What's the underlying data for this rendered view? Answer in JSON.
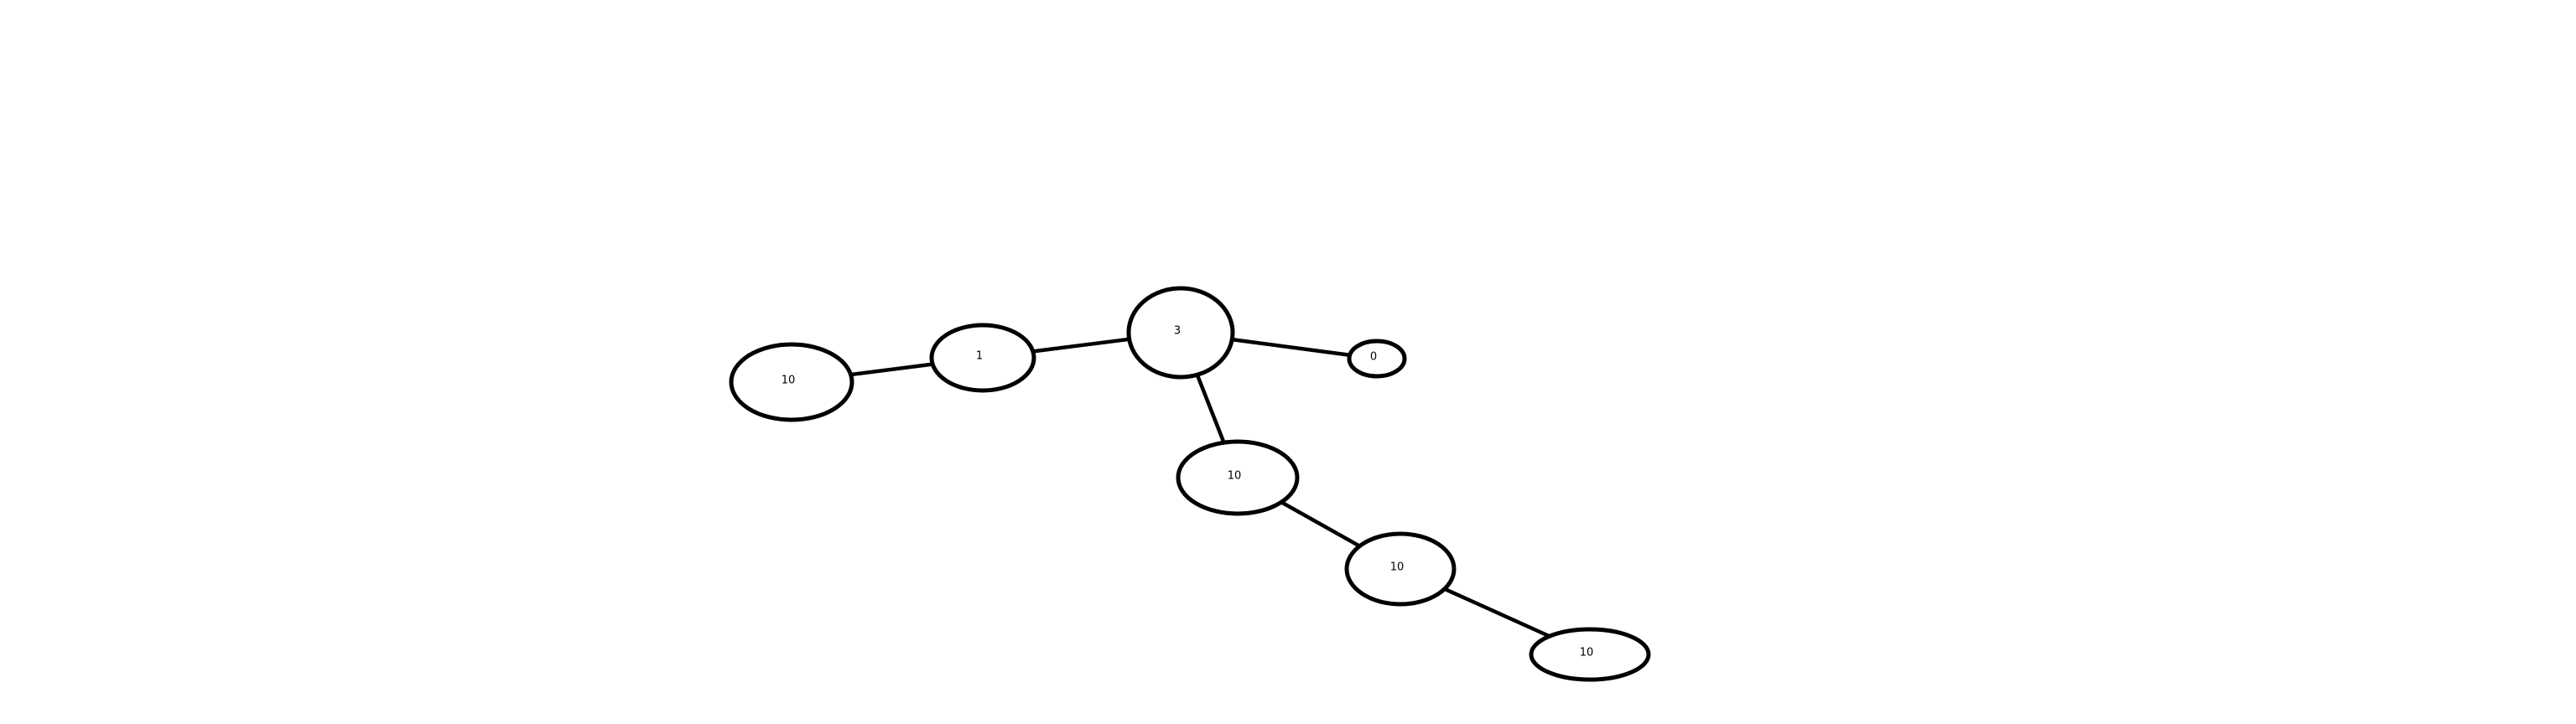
{
  "diagram": {
    "type": "tree",
    "nodes": [
      {
        "id": "n_left",
        "label": "10"
      },
      {
        "id": "n_one",
        "label": "1"
      },
      {
        "id": "n_root",
        "label": "3"
      },
      {
        "id": "n_zero",
        "label": "0"
      },
      {
        "id": "n_mid",
        "label": "10"
      },
      {
        "id": "n_lower",
        "label": "10"
      },
      {
        "id": "n_bottom",
        "label": "10"
      }
    ],
    "edges": [
      {
        "from": "n_left",
        "to": "n_one"
      },
      {
        "from": "n_one",
        "to": "n_root"
      },
      {
        "from": "n_root",
        "to": "n_zero"
      },
      {
        "from": "n_root",
        "to": "n_mid"
      },
      {
        "from": "n_mid",
        "to": "n_lower"
      },
      {
        "from": "n_lower",
        "to": "n_bottom"
      }
    ]
  },
  "colors": {
    "stroke": "#000000",
    "fill": "#ffffff",
    "background": "#ffffff"
  }
}
